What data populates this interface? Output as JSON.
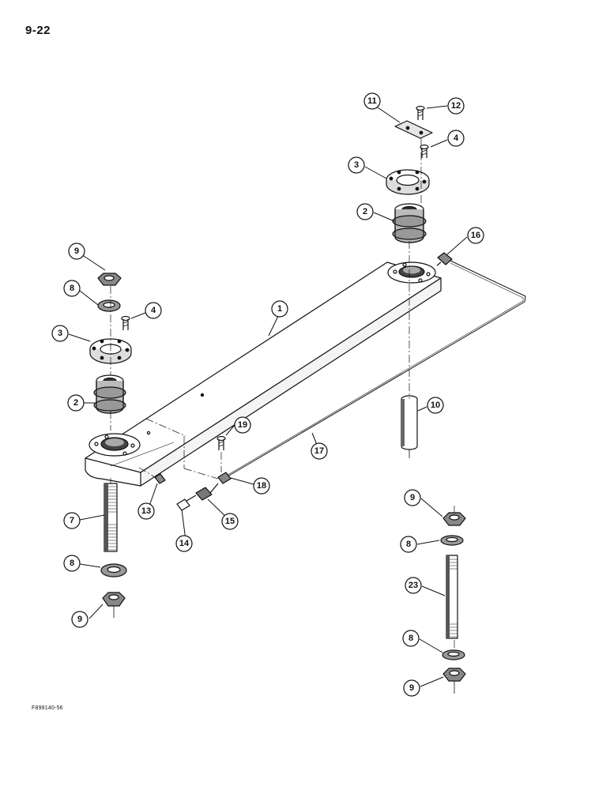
{
  "page_number": "9-22",
  "figure_code": "F899140-56",
  "callouts": {
    "c1": "1",
    "c2a": "2",
    "c2b": "2",
    "c3a": "3",
    "c3b": "3",
    "c4a": "4",
    "c4b": "4",
    "c7": "7",
    "c8a": "8",
    "c8b": "8",
    "c8c": "8",
    "c8d": "8",
    "c9a": "9",
    "c9b": "9",
    "c9c": "9",
    "c9d": "9",
    "c10": "10",
    "c11": "11",
    "c12": "12",
    "c13": "13",
    "c14": "14",
    "c15": "15",
    "c16": "16",
    "c17": "17",
    "c18": "18",
    "c19": "19",
    "c23": "23"
  }
}
